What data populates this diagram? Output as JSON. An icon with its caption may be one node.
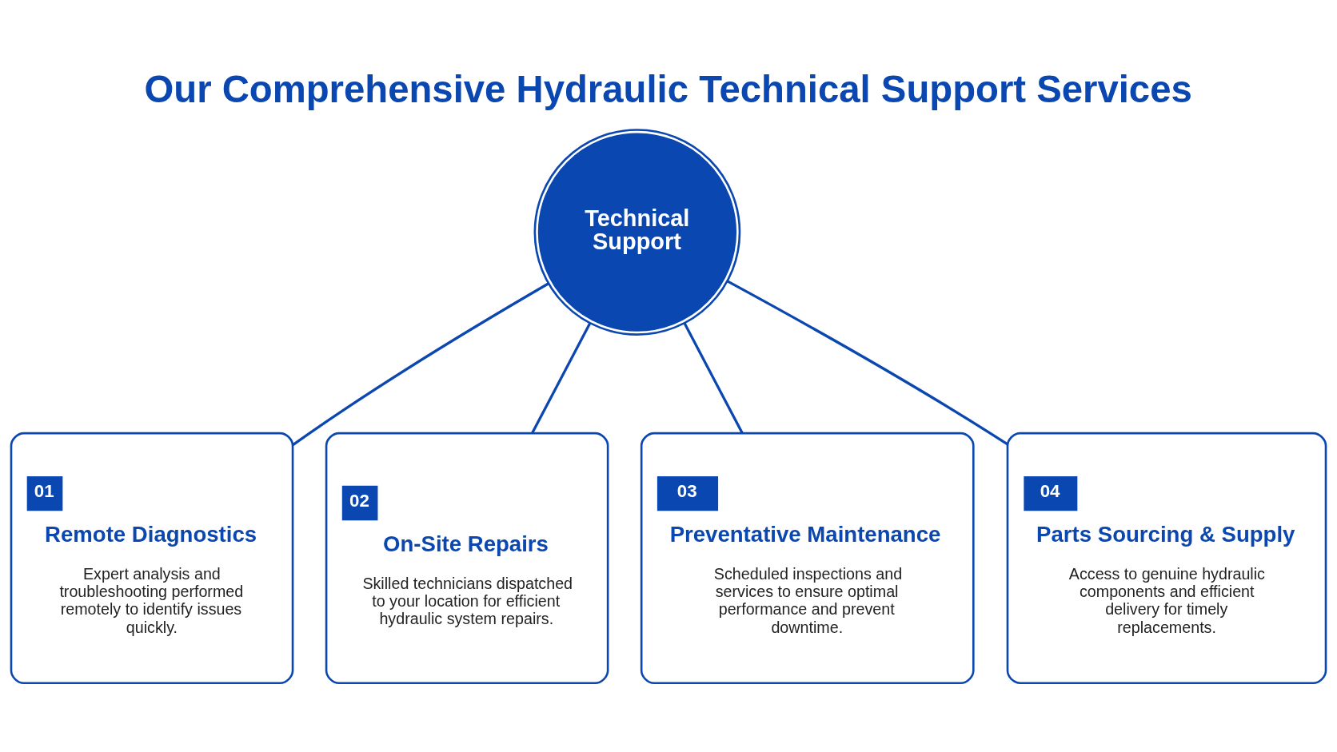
{
  "diagram": {
    "title": "Our Comprehensive Hydraulic Technical Support Services",
    "nodes": [
      {
        "text": [
          "Technical Support"
        ]
      },
      {
        "text": [
          "01",
          "Remote Diagnostics",
          "Expert analysis and troubleshooting performed remotely to identify issues quickly."
        ]
      },
      {
        "text": [
          "02",
          "On-Site Repairs",
          "Skilled technicians dispatched to your location for efficient hydraulic system repairs."
        ]
      },
      {
        "text": [
          "03",
          "Preventative Maintenance",
          "Scheduled inspections and services to ensure optimal performance and prevent downtime."
        ]
      },
      {
        "text": [
          "04",
          "Parts Sourcing & Supply",
          "Access to genuine hydraulic components and efficient delivery for timely replacements."
        ]
      }
    ],
    "edges": [
      {
        "from": 0,
        "to": 1,
        "arrow": "none"
      },
      {
        "from": 0,
        "to": 2,
        "arrow": "none"
      },
      {
        "from": 0,
        "to": 3,
        "arrow": "none"
      },
      {
        "from": 0,
        "to": 4,
        "arrow": "none"
      }
    ]
  }
}
